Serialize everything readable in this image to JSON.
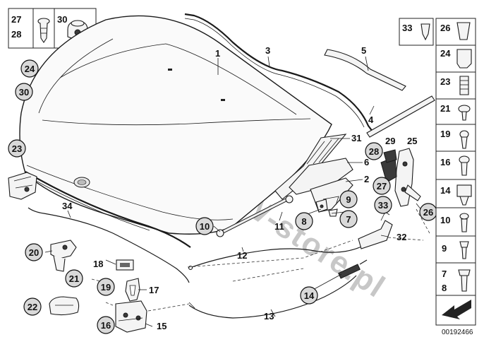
{
  "diagram": {
    "watermark": "www.BMW-store.pl",
    "document_number": "00192466"
  },
  "callouts": {
    "c24": "24",
    "c30": "30",
    "c23": "23",
    "c20": "20",
    "c21": "21",
    "c22": "22",
    "c18": "18",
    "c19": "19",
    "c17": "17",
    "c16": "16",
    "c15": "15",
    "c10": "10",
    "c11": "11",
    "c8": "8",
    "c7": "7",
    "c9": "9",
    "c2": "2",
    "c6": "6",
    "c31": "31",
    "c28": "28",
    "c29": "29",
    "c25": "25",
    "c27": "27",
    "c33": "33",
    "c26": "26",
    "c32": "32",
    "c14": "14",
    "c13": "13",
    "c12": "12",
    "c34": "34",
    "c1": "1",
    "c3": "3",
    "c5": "5",
    "c4": "4"
  },
  "top_left_box": {
    "n27": "27",
    "n28": "28",
    "n30": "30"
  },
  "right_column": {
    "n33": "33",
    "n26": "26",
    "n24": "24",
    "n23": "23",
    "n21": "21",
    "n19": "19",
    "n16": "16",
    "n14": "14",
    "n10": "10",
    "n9": "9",
    "n7": "7",
    "n8": "8"
  }
}
